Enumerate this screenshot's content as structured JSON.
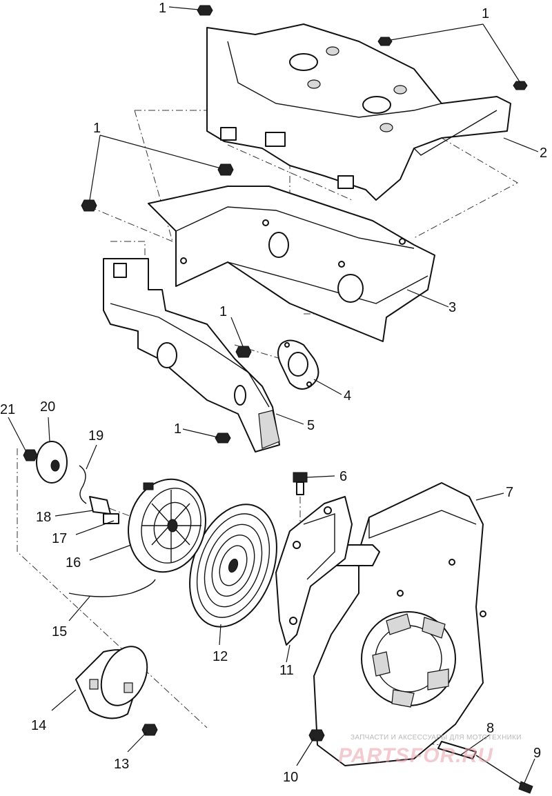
{
  "callouts": {
    "c1a": "1",
    "c1b": "1",
    "c1c": "1",
    "c1d": "1",
    "c1e": "1",
    "c2": "2",
    "c3": "3",
    "c4": "4",
    "c5": "5",
    "c6": "6",
    "c7": "7",
    "c8": "8",
    "c9": "9",
    "c10": "10",
    "c11": "11",
    "c12": "12",
    "c13": "13",
    "c14": "14",
    "c15": "15",
    "c16": "16",
    "c17": "17",
    "c18": "18",
    "c19": "19",
    "c20": "20",
    "c21": "21"
  },
  "watermark": {
    "line1": "ЗАПЧАСТИ И АКСЕССУАРЫ ДЛЯ МОТОТЕХНИКИ",
    "line2": "PARTSFOR.RU"
  }
}
